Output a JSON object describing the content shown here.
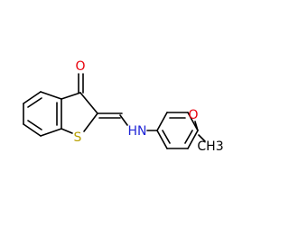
{
  "colors": {
    "bond": "#000000",
    "oxygen": "#e8000b",
    "sulfur": "#b8a000",
    "nitrogen": "#1f25d6",
    "carbon_label": "#000000",
    "background": "#ffffff"
  },
  "atoms": {
    "carbonyl_oxygen": "O",
    "ring_sulfur": "S",
    "amine": "HN",
    "ether_oxygen": "O",
    "methyl": "CH3"
  }
}
